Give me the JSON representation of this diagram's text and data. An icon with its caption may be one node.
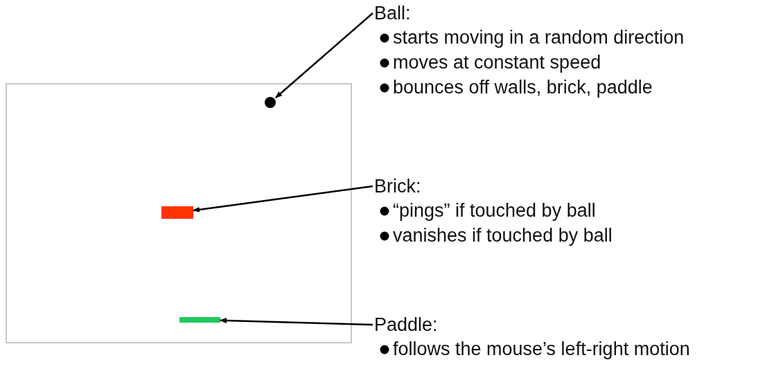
{
  "diagram": {
    "nodes": [
      {
        "text": [
          "Ball:",
          "starts moving in a random direction",
          "moves at constant speed",
          "bounces off walls, brick, paddle"
        ]
      },
      {
        "text": [],
        "shape": "box"
      },
      {
        "text": [],
        "shape": "circle",
        "in": 1
      },
      {
        "text": [],
        "shape": "bar",
        "in": 1
      },
      {
        "text": [],
        "shape": "bar",
        "in": 1
      },
      {
        "text": [
          "Brick:",
          "“pings” if touched by ball",
          "vanishes if touched by ball"
        ]
      },
      {
        "text": [
          "Paddle:",
          "follows the mouse’s left-right motion"
        ]
      }
    ],
    "edges": [
      {
        "from": 0,
        "to": 2,
        "arrow": "to"
      },
      {
        "from": 5,
        "to": 3,
        "arrow": "to"
      },
      {
        "from": 6,
        "to": 4,
        "arrow": "to"
      }
    ]
  }
}
